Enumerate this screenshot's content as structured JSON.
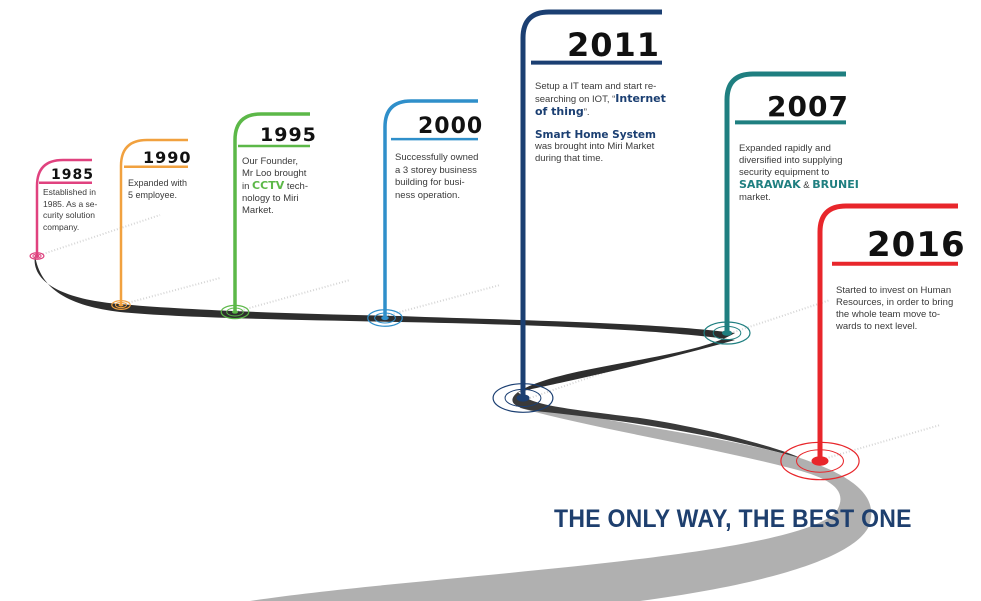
{
  "colors": {
    "pink": "#e0427f",
    "orange": "#f1a13f",
    "green": "#5cb848",
    "blue": "#2f8fca",
    "navy": "#1b3f72",
    "teal": "#1f7f80",
    "red": "#e8262b",
    "road": "#333333"
  },
  "milestones": [
    {
      "year": "1985",
      "lines": [
        "Established in",
        "1985.  As a se-",
        "curity solution",
        "company."
      ]
    },
    {
      "year": "1990",
      "lines": [
        "Expanded with",
        "5 employee."
      ]
    },
    {
      "year": "1995",
      "lines": [
        "Our Founder,",
        "Mr Loo brought",
        "in ",
        "CCTV",
        " tech-",
        "nology to Miri",
        "Market."
      ]
    },
    {
      "year": "2000",
      "lines": [
        "Successfully owned",
        "a 3 storey business",
        "building for busi-",
        "ness operation."
      ]
    },
    {
      "year": "2011",
      "lines": [
        "Setup a IT team and start re-",
        "searching on IOT, “",
        "Internet",
        "of thing",
        "”."
      ],
      "subtitle": "Smart Home System",
      "sublines": [
        "was brought into Miri Market",
        "during that time."
      ]
    },
    {
      "year": "2007",
      "lines": [
        "Expanded rapidly and",
        "diversified into supplying",
        "security equipment to",
        "SARAWAK",
        " & ",
        "BRUNEI",
        "market."
      ]
    },
    {
      "year": "2016",
      "lines": [
        "Started to invest on Human",
        "Resources, in order to bring",
        "the whole team move to-",
        "wards to next level."
      ]
    }
  ],
  "slogan": "THE ONLY WAY, THE BEST ONE"
}
